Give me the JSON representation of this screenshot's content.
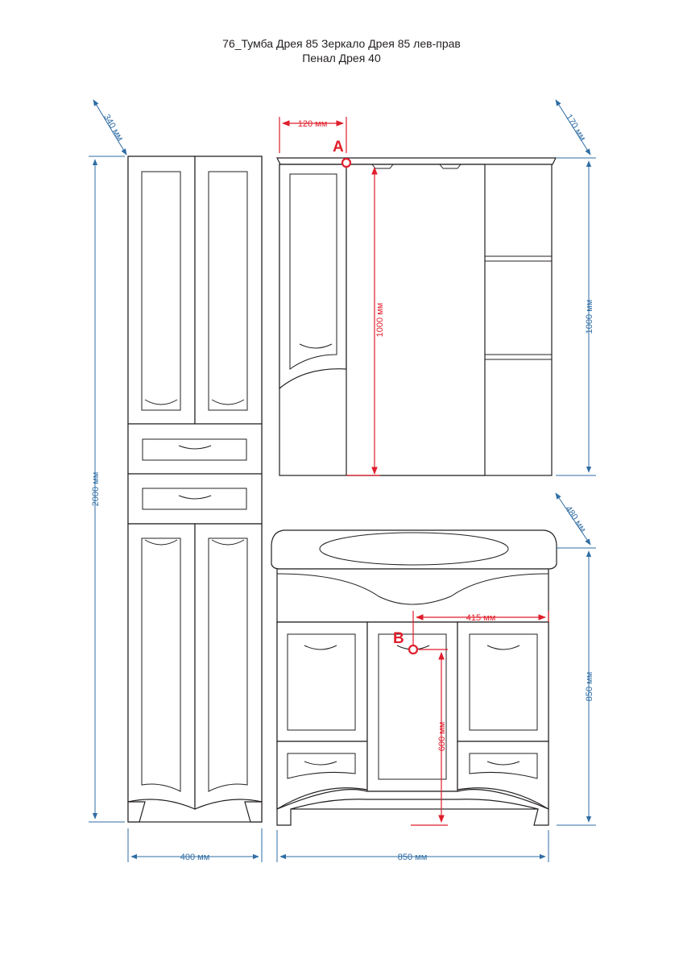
{
  "title": {
    "line1": "76_Тумба Дрея 85   Зеркало Дрея 85 лев-прав",
    "line2": "Пенал Дрея 40"
  },
  "dimensions": {
    "penal_depth": "340 мм",
    "penal_height": "2000 мм",
    "penal_width": "400 мм",
    "mirror_depth": "170 мм",
    "mirror_height_right": "1000 мм",
    "mirror_height_red": "1000 мм",
    "mirror_offset": "120 мм",
    "vanity_depth": "480 мм",
    "vanity_height": "850 мм",
    "vanity_width": "850 мм",
    "vanity_offset": "415 мм",
    "vanity_height_red": "600 мм"
  },
  "markers": {
    "a": "A",
    "b": "B"
  },
  "colors": {
    "outline": "#231f20",
    "dimension_blue": "#2f6da4",
    "dimension_red": "#e01e2b"
  }
}
